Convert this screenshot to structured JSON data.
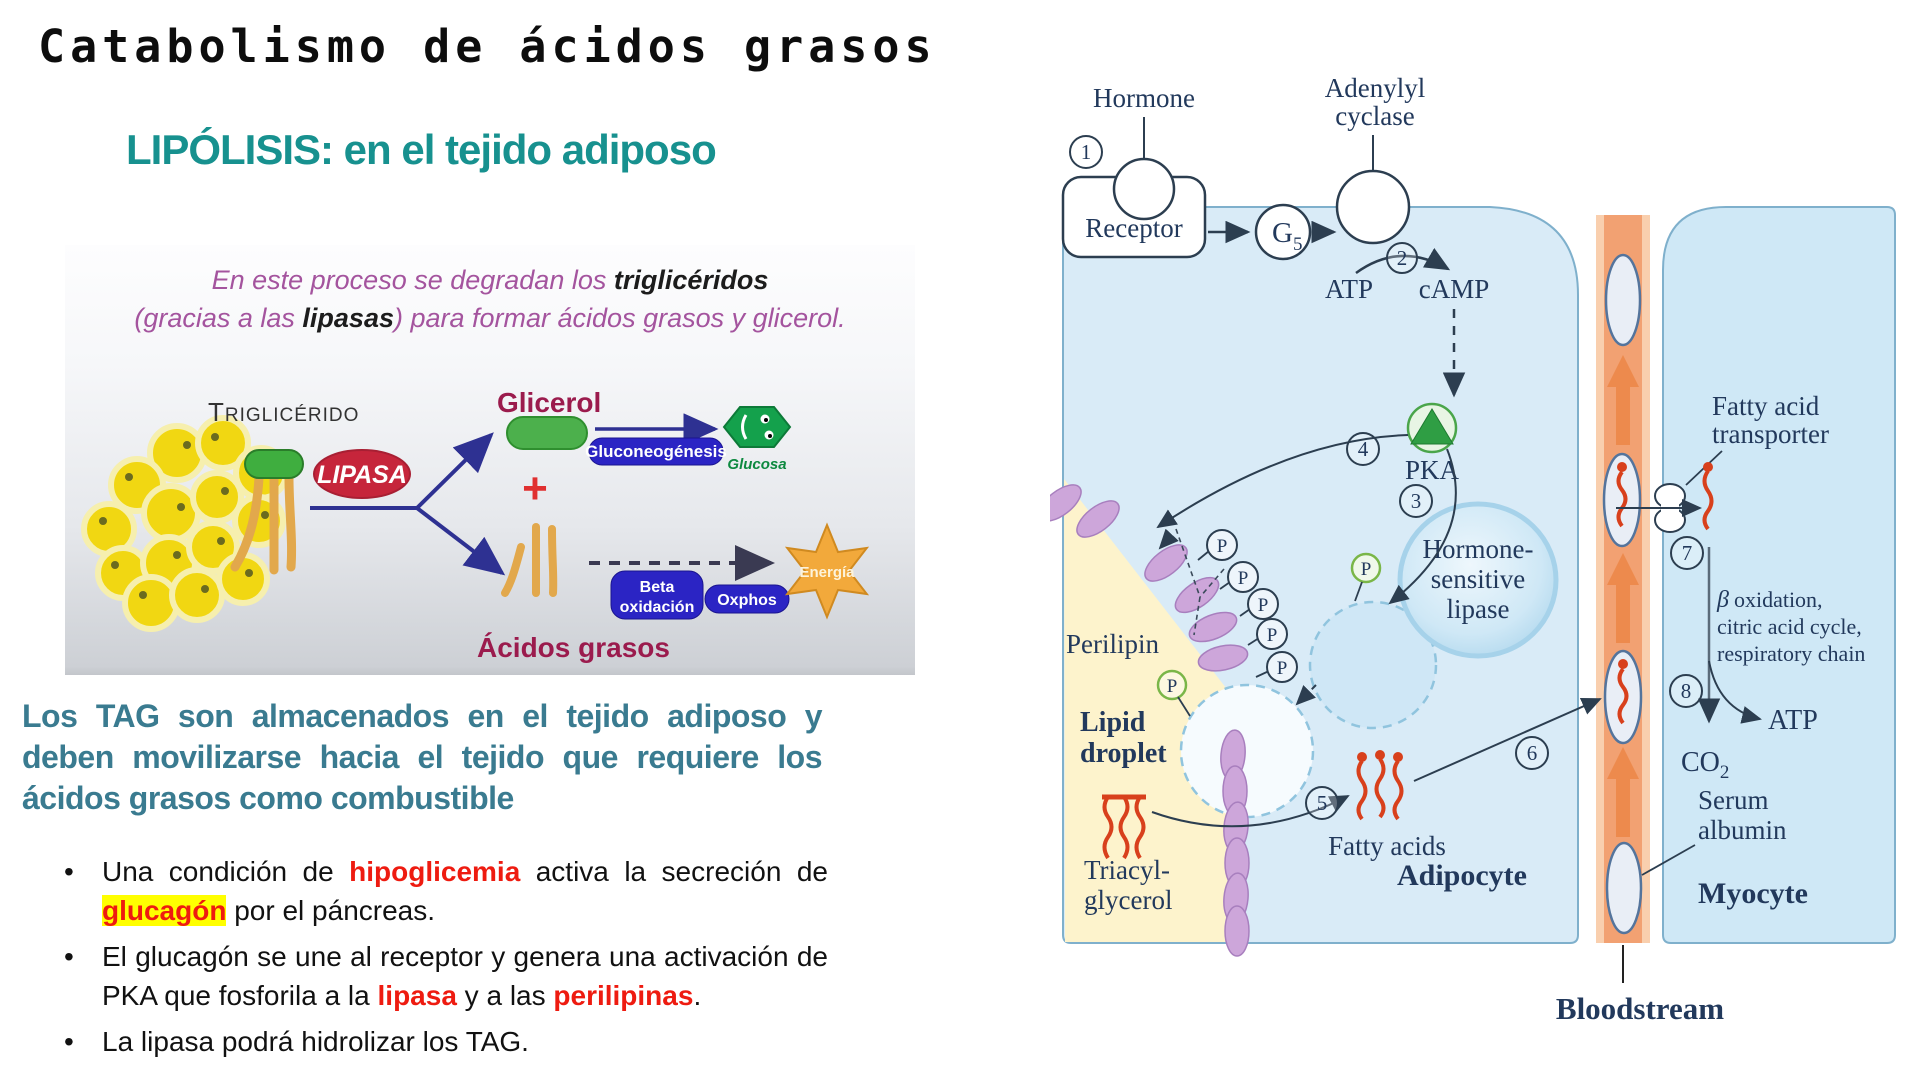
{
  "slide": {
    "title": "Catabolismo de ácidos grasos",
    "subtitle": "LIPÓLISIS: en el tejido adiposo",
    "bullet_glyph": "•",
    "paragraph": {
      "l1": "Los TAG son almacenados en el tejido adiposo y",
      "l2": "deben movilizarse hacia el tejido que requiere los",
      "l3": "ácidos grasos como combustible"
    },
    "bullets": {
      "b1l1a": "Una condición de ",
      "b1l1b": "hipoglicemia",
      "b1l1c": " activa la secreción de",
      "b1l2a": "glucagón",
      "b1l2b": " por el páncreas.",
      "b2l1": "El glucagón se une al receptor y genera una activación de",
      "b2l2a": "PKA que fosforila a la ",
      "b2l2b": "lipasa",
      "b2l2c": " y a las ",
      "b2l2d": "perilipinas",
      "b2l2e": ".",
      "b3": "La lipasa podrá hidrolizar los TAG."
    }
  },
  "lipolysis_figure": {
    "intro_l1a": "En este proceso se degradan los ",
    "intro_l1b": "triglicéridos",
    "intro_l2a": "(gracias a las ",
    "intro_l2b": "lipasas",
    "intro_l2c": ") para formar ácidos grasos y glicerol.",
    "triglyceride_cap": "T",
    "triglyceride_rest": "RIGLICÉRIDO",
    "lipase": "LIPASA",
    "glycerol": "Glicerol",
    "plus": "+",
    "gluconeogenesis": "Gluconeogénesis",
    "glucose": "Glucosa",
    "beta_ox_l1": "Beta",
    "beta_ox_l2": "oxidación",
    "oxphos": "Oxphos",
    "energy": "Energía",
    "fatty_acids": "Ácidos grasos"
  },
  "pathway": {
    "steps": [
      "1",
      "2",
      "3",
      "4",
      "5",
      "6",
      "7",
      "8"
    ],
    "hormone": "Hormone",
    "receptor": "Receptor",
    "adenylyl_l1": "Adenylyl",
    "adenylyl_l2": "cyclase",
    "g_protein": "G",
    "g_sub": "5",
    "atp": "ATP",
    "camp": "cAMP",
    "pka": "PKA",
    "hsl_l1": "Hormone-",
    "hsl_l2": "sensitive",
    "hsl_l3": "lipase",
    "perilipin": "Perilipin",
    "phosphate": "P",
    "lipid_l1": "Lipid",
    "lipid_l2": "droplet",
    "tag_l1": "Triacyl-",
    "tag_l2": "glycerol",
    "fatty_acids": "Fatty acids",
    "adipocyte": "Adipocyte",
    "transporter_l1": "Fatty acid",
    "transporter_l2": "transporter",
    "beta_sym": "β",
    "beta_rest": "oxidation,",
    "beta_l2": "citric acid cycle,",
    "beta_l3": "respiratory chain",
    "atp2": "ATP",
    "co2a": "CO",
    "co2b": "2",
    "serum_l1": "Serum",
    "serum_l2": "albumin",
    "myocyte": "Myocyte",
    "bloodstream": "Bloodstream"
  },
  "colors": {
    "subtitle_teal": "#17918f",
    "paragraph_teal": "#3a7b90",
    "emphasis_red": "#ee1b10",
    "highlight_yellow": "#ffff00",
    "intro_purple": "#a4549e",
    "maroon_label": "#9b1b4d",
    "lipase_red": "#c6253b",
    "pill_blue": "#2b24c4",
    "energy_orange": "#f2a93b",
    "cell_blue": "#d9ebf7",
    "myocyte_blue": "#cfe8f6",
    "droplet_yellow": "#fdf3cc",
    "perilipin_purple": "#cda6da",
    "blood_orange": "#f2a172",
    "fatty_acid_red": "#d8401c"
  }
}
